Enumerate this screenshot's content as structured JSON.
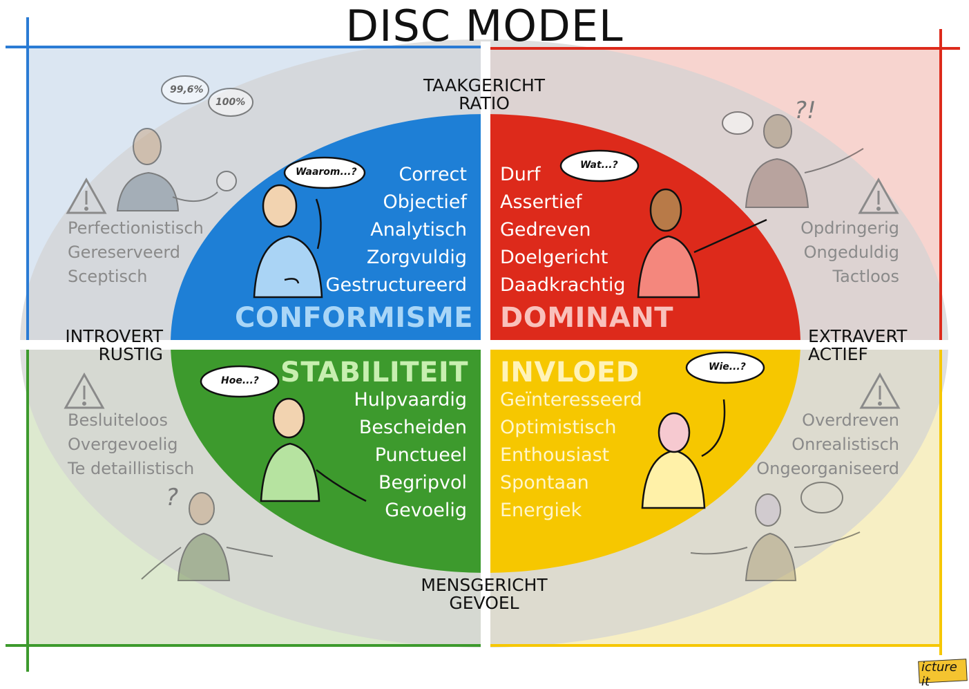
{
  "title": "DISC MODEL",
  "axes": {
    "top_line1": "TAAKGERICHT",
    "top_line2": "RATIO",
    "bottom_line1": "MENSGERICHT",
    "bottom_line2": "GEVOEL",
    "left_line1": "INTROVERT",
    "left_line2": "RUSTIG",
    "right_line1": "EXTRAVERT",
    "right_line2": "ACTIEF"
  },
  "quadrants": {
    "conformisme": {
      "heading": "CONFORMISME",
      "traits": [
        "Correct",
        "Objectief",
        "Analytisch",
        "Zorgvuldig",
        "Gestructureerd"
      ],
      "bubble": "Waarom...?",
      "weaknesses": [
        "Perfectionistisch",
        "Gereserveerd",
        "Sceptisch"
      ],
      "thought_left": "99,6%",
      "thought_right": "100%",
      "color": "#1e7fd6"
    },
    "dominant": {
      "heading": "DOMINANT",
      "traits": [
        "Durf",
        "Assertief",
        "Gedreven",
        "Doelgericht",
        "Daadkrachtig"
      ],
      "bubble": "Wat...?",
      "weaknesses": [
        "Opdringerig",
        "Ongeduldig",
        "Tactloos"
      ],
      "exclaim": "?!",
      "color": "#dd2a1b"
    },
    "stabiliteit": {
      "heading": "STABILITEIT",
      "traits": [
        "Hulpvaardig",
        "Bescheiden",
        "Punctueel",
        "Begripvol",
        "Gevoelig"
      ],
      "bubble": "Hoe...?",
      "weaknesses": [
        "Besluiteloos",
        "Overgevoelig",
        "Te detaillistisch"
      ],
      "question": "?",
      "color": "#3d9a2d"
    },
    "invloed": {
      "heading": "INVLOED",
      "traits": [
        "Geïnteresseerd",
        "Optimistisch",
        "Enthousiast",
        "Spontaan",
        "Energiek"
      ],
      "bubble": "Wie...?",
      "weaknesses": [
        "Overdreven",
        "Onrealistisch",
        "Ongeorganiseerd"
      ],
      "color": "#f6c700"
    }
  },
  "logo": "icture it"
}
